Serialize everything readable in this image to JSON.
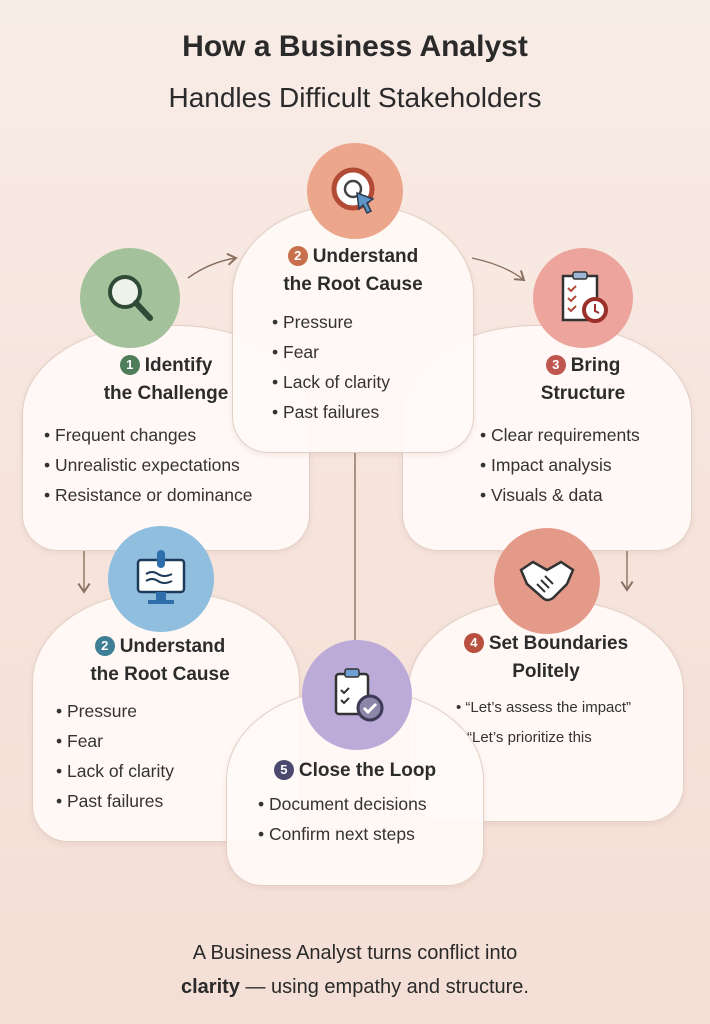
{
  "title": {
    "line1": "How a Business Analyst",
    "line2": "Handles Difficult Stakeholders"
  },
  "steps": [
    {
      "num": "1",
      "title1": "Identify",
      "title2": "the Challenge",
      "icon": "magnifier-icon",
      "color": "#4f7d5a",
      "items": [
        "Frequent changes",
        "Unrealistic expectations",
        "Resistance or dominance"
      ]
    },
    {
      "num": "2",
      "title1": "Understand",
      "title2": "the Root Cause",
      "icon": "target-icon",
      "color": "#c8704c",
      "items": [
        "Pressure",
        "Fear",
        "Lack of clarity",
        "Past failures"
      ]
    },
    {
      "num": "3",
      "title1": "Bring",
      "title2": "Structure",
      "icon": "clipboard-clock-icon",
      "color": "#c0574f",
      "items": [
        "Clear requirements",
        "Impact analysis",
        "Visuals & data"
      ]
    },
    {
      "num": "2",
      "title1": "Understand",
      "title2": "the Root Cause",
      "icon": "monitor-icon",
      "color": "#3e7f95",
      "items": [
        "Pressure",
        "Fear",
        "Lack of clarity",
        "Past failures"
      ]
    },
    {
      "num": "4",
      "title1": "Set Boundaries",
      "title2": "Politely",
      "icon": "handshake-icon",
      "color": "#b9503f",
      "items": [
        "“Let’s assess the impact”",
        "“Let’s prioritize this"
      ]
    },
    {
      "num": "5",
      "title1": "Close the Loop",
      "icon": "clipboard-check-icon",
      "color": "#4b4a6e",
      "items": [
        "Document decisions",
        "Confirm next steps"
      ]
    }
  ],
  "footer": {
    "line1": "A Business Analyst turns conflict into",
    "bold": "clarity",
    "line2_rest": " — using empathy and structure."
  }
}
